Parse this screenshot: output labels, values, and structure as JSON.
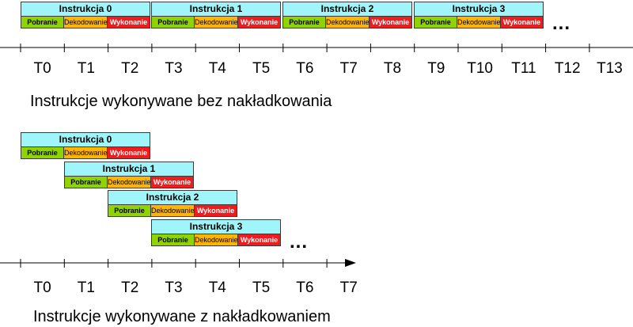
{
  "colors": {
    "title_bg": "#9ff5fa",
    "fetch": "#8fd400",
    "decode": "#ffb400",
    "execute": "#ee1c1c",
    "border": "#3a3a3a"
  },
  "stages": [
    "Pobranie",
    "Dekodowanie",
    "Wykonanie"
  ],
  "ellipsis": "...",
  "top": {
    "instructions": [
      "Instrukcja 0",
      "Instrukcja 1",
      "Instrukcja 2",
      "Instrukcja 3"
    ],
    "ticks": [
      "T0",
      "T1",
      "T2",
      "T3",
      "T4",
      "T5",
      "T6",
      "T7",
      "T8",
      "T9",
      "T10",
      "T11",
      "T12",
      "T13"
    ],
    "caption": "Instrukcje wykonywane bez nakładkowania"
  },
  "bottom": {
    "instructions": [
      "Instrukcja 0",
      "Instrukcja 1",
      "Instrukcja 2",
      "Instrukcja 3"
    ],
    "ticks": [
      "T0",
      "T1",
      "T2",
      "T3",
      "T4",
      "T5",
      "T6",
      "T7"
    ],
    "caption": "Instrukcje wykonywane z nakładkowaniem"
  }
}
